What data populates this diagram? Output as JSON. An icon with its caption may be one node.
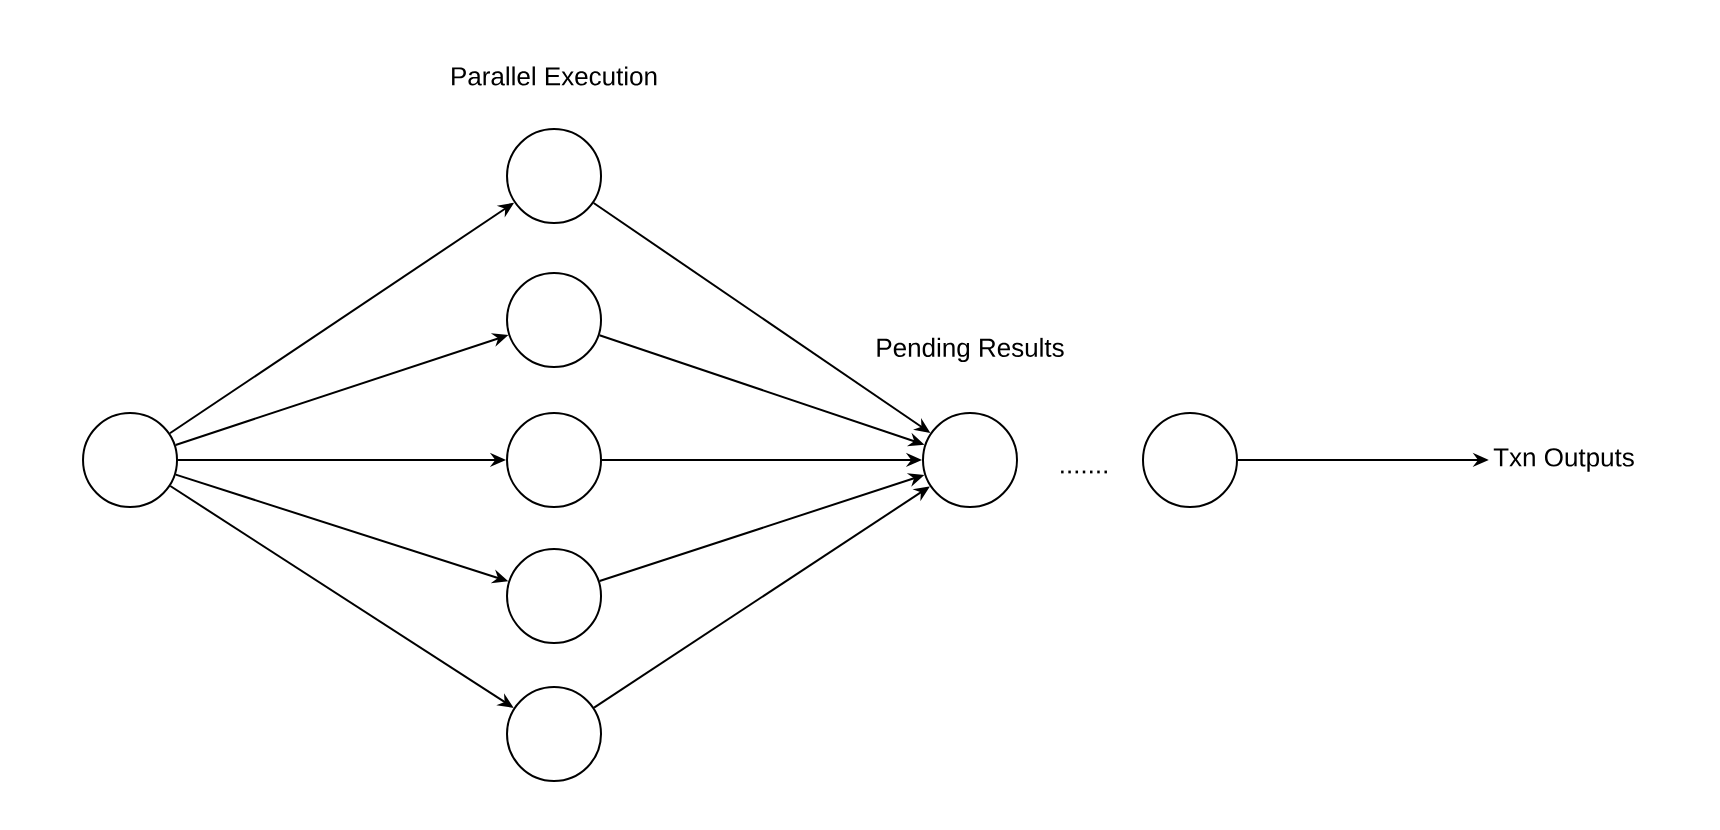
{
  "diagram": {
    "nodes": [
      {
        "text": [],
        "shape": "circle"
      },
      {
        "text": [],
        "shape": "circle"
      },
      {
        "text": [],
        "shape": "circle"
      },
      {
        "text": [],
        "shape": "circle"
      },
      {
        "text": [],
        "shape": "circle"
      },
      {
        "text": [],
        "shape": "circle"
      },
      {
        "text": [],
        "shape": "circle"
      },
      {
        "text": [],
        "shape": "circle"
      },
      {
        "text": [
          "Txn Outputs"
        ]
      }
    ],
    "edges": [
      {
        "from": 0,
        "to": 1,
        "arrow": "to"
      },
      {
        "from": 0,
        "to": 2,
        "arrow": "to"
      },
      {
        "from": 0,
        "to": 3,
        "arrow": "to"
      },
      {
        "from": 0,
        "to": 4,
        "arrow": "to"
      },
      {
        "from": 0,
        "to": 5,
        "arrow": "to"
      },
      {
        "from": 1,
        "to": 6,
        "arrow": "to"
      },
      {
        "from": 2,
        "to": 6,
        "arrow": "to"
      },
      {
        "from": 3,
        "to": 6,
        "arrow": "to"
      },
      {
        "from": 4,
        "to": 6,
        "arrow": "to"
      },
      {
        "from": 5,
        "to": 6,
        "arrow": "to"
      },
      {
        "from": 7,
        "to": 8,
        "arrow": "to"
      }
    ],
    "labels": [
      "Parallel Execution",
      "Pending Results",
      "......."
    ]
  }
}
